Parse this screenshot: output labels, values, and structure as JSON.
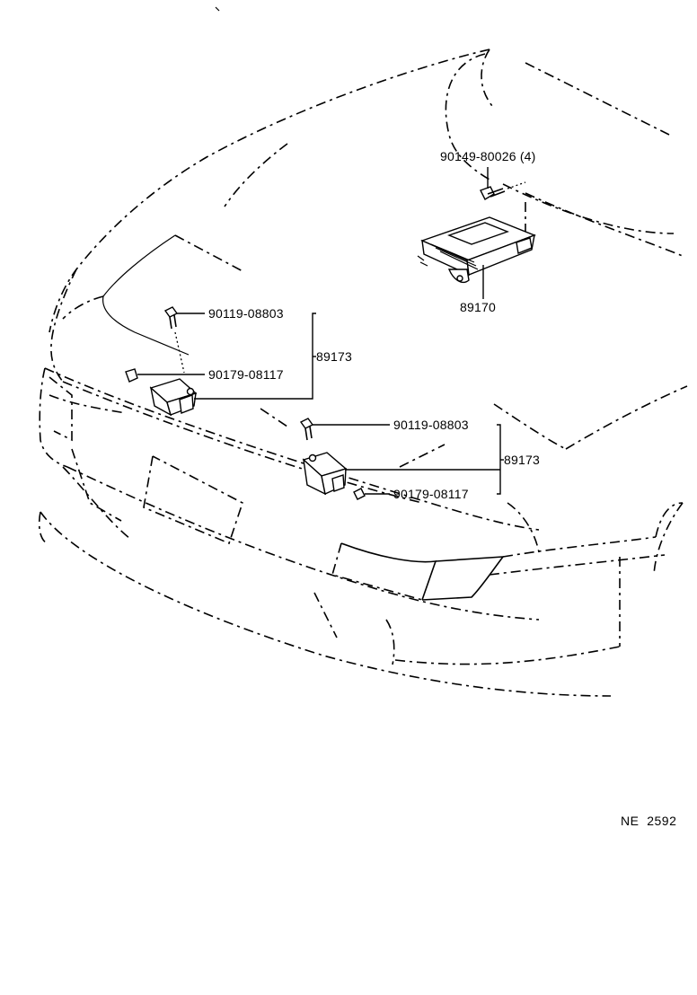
{
  "diagram": {
    "callouts": {
      "upper_bolt": "90149-80026 (4)",
      "control_unit": "89170",
      "left_bolt": "90119-08803",
      "left_nut": "90179-08117",
      "left_sensor": "89173",
      "right_bolt": "90119-08803",
      "right_sensor": "89173",
      "right_nut": "90179-08117"
    },
    "reference_code": "NE  2592"
  }
}
